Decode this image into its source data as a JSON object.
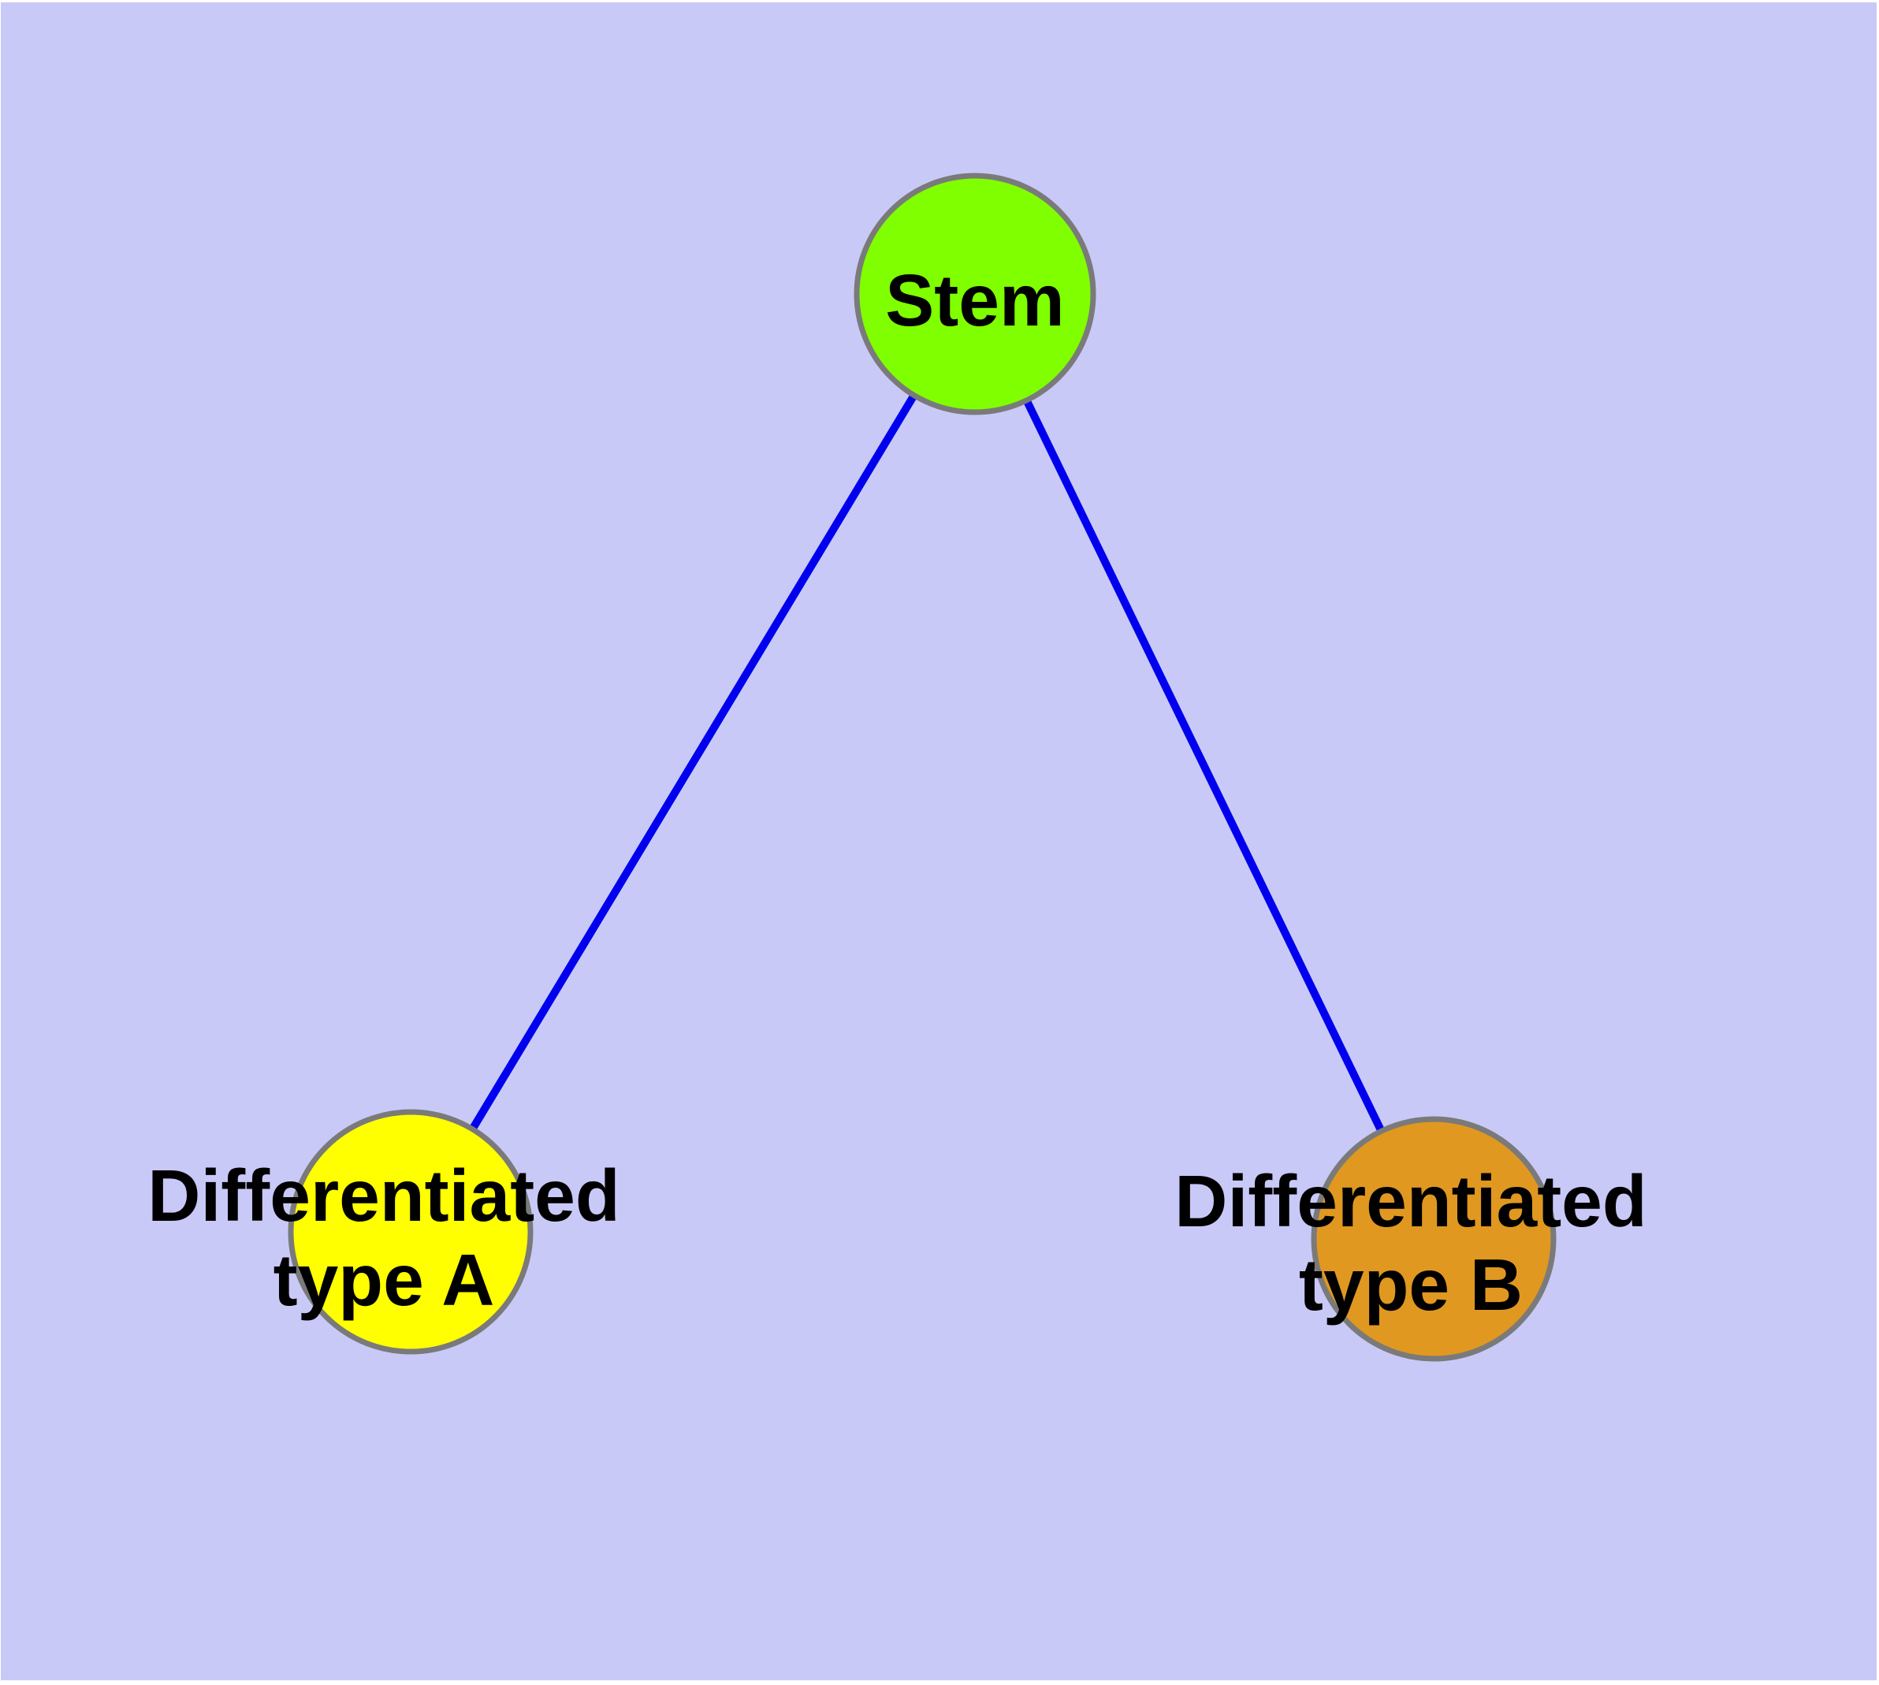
{
  "diagram": {
    "colors": {
      "page_margin": "#FFFFFF",
      "background": "#C9C9F8",
      "edge": "#0000EE",
      "node_border": "#7A7A7A",
      "label_text": "#000000",
      "stem_fill": "#7FFF00",
      "type_a_fill": "#FFFF00",
      "type_b_fill": "#E09820"
    },
    "nodes": [
      {
        "id": "stem",
        "label": "Stem",
        "fill": "#7FFF00"
      },
      {
        "id": "differentiated-type-a",
        "label_line1": "Differentiated",
        "label_line2": "type A",
        "fill": "#FFFF00"
      },
      {
        "id": "differentiated-type-b",
        "label_line1": "Differentiated",
        "label_line2": "type B",
        "fill": "#E09820"
      }
    ],
    "edges": [
      {
        "from": "stem",
        "to": "differentiated-type-a"
      },
      {
        "from": "stem",
        "to": "differentiated-type-b"
      }
    ]
  }
}
